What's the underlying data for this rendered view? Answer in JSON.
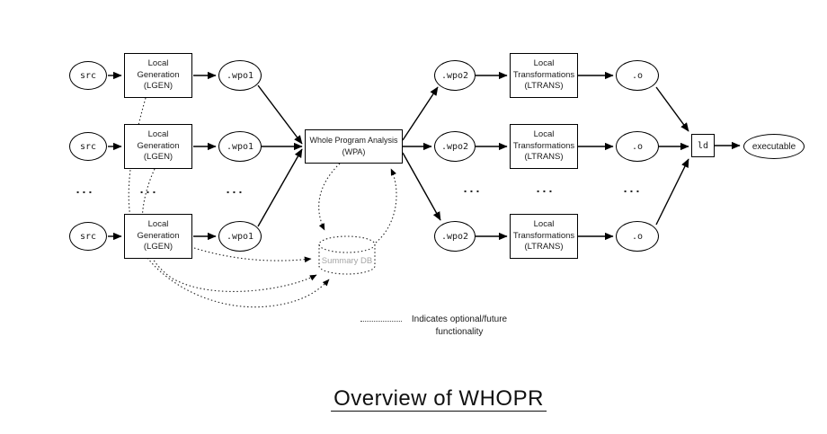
{
  "diagram": {
    "title": "Overview of WHOPR",
    "legend": {
      "text_line1": "Indicates optional/future",
      "text_line2": "functionality"
    },
    "labels": {
      "src": "src",
      "wpo1": ".wpo1",
      "wpo2": ".wpo2",
      "obj": ".o",
      "ld": "ld",
      "executable": "executable",
      "summary_db": "Summary DB",
      "ellipsis": "...",
      "lgen": [
        "Local",
        "Generation",
        "(LGEN)"
      ],
      "wpa": [
        "Whole Program Analysis",
        "(WPA)"
      ],
      "ltrans": [
        "Local",
        "Transformations",
        "(LTRANS)"
      ]
    },
    "colors": {
      "stroke": "#000000",
      "optional_stroke": "#222222",
      "muted_text": "#a6a6a6",
      "background": "#ffffff"
    }
  }
}
